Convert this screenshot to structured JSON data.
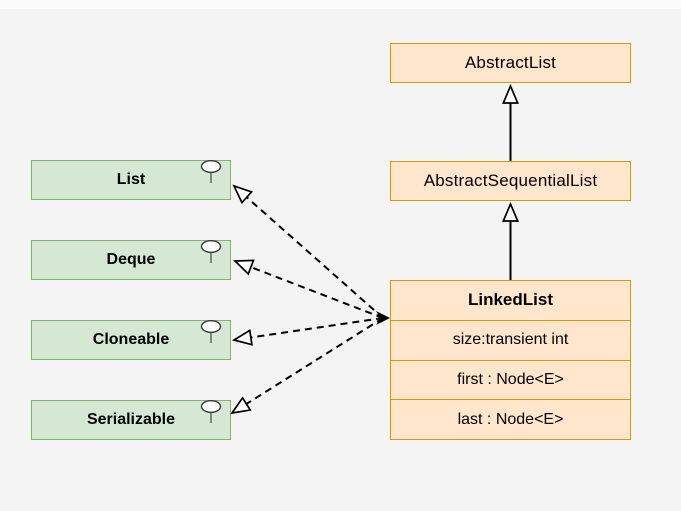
{
  "diagram": {
    "background": "#f4f4f4",
    "classes": {
      "abstract_list": {
        "label": "AbstractList"
      },
      "abstract_sequential_list": {
        "label": "AbstractSequentialList"
      },
      "linked_list": {
        "label": "LinkedList",
        "fields": [
          "size:transient int",
          "first : Node<E>",
          "last : Node<E>"
        ]
      }
    },
    "interfaces": [
      {
        "label": "List"
      },
      {
        "label": "Deque"
      },
      {
        "label": "Cloneable"
      },
      {
        "label": "Serializable"
      }
    ],
    "relationships": [
      {
        "from": "AbstractSequentialList",
        "to": "AbstractList",
        "type": "generalization",
        "style": "solid-hollow-triangle"
      },
      {
        "from": "LinkedList",
        "to": "AbstractSequentialList",
        "type": "generalization",
        "style": "solid-hollow-triangle"
      },
      {
        "from": "LinkedList",
        "to": "List",
        "type": "realization",
        "style": "dashed-hollow-triangle"
      },
      {
        "from": "LinkedList",
        "to": "Deque",
        "type": "realization",
        "style": "dashed-hollow-triangle"
      },
      {
        "from": "LinkedList",
        "to": "Cloneable",
        "type": "realization",
        "style": "dashed-hollow-triangle"
      },
      {
        "from": "LinkedList",
        "to": "Serializable",
        "type": "realization",
        "style": "dashed-hollow-triangle"
      }
    ],
    "colors": {
      "class_fill": "#ffe6cc",
      "class_stroke": "#d79b00",
      "interface_fill": "#d5e8d4",
      "interface_stroke": "#82b366",
      "line": "#000000",
      "background": "#f4f4f4"
    },
    "icons": {
      "interface_pin": "lollipop-pin-icon"
    }
  }
}
